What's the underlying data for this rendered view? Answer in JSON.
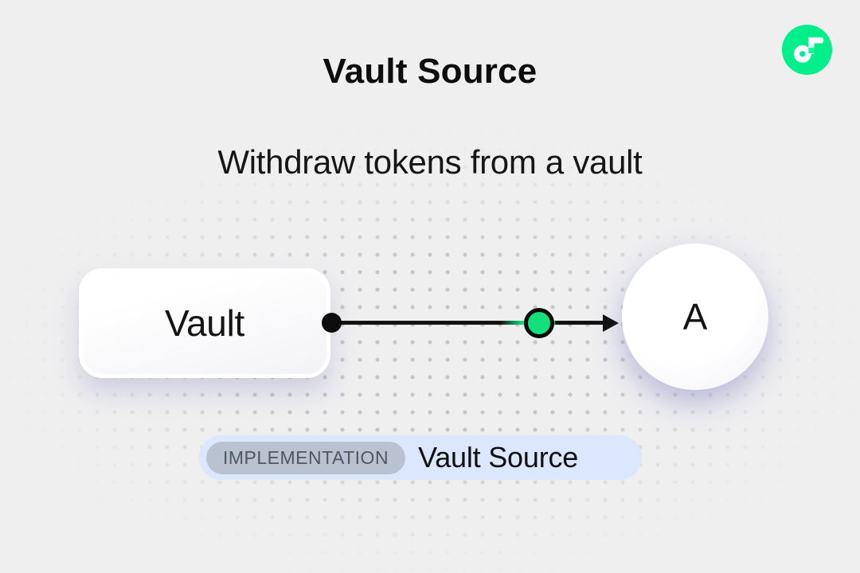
{
  "header": {
    "title": "Vault Source",
    "subtitle": "Withdraw tokens from a vault"
  },
  "logo": {
    "name": "flow-logo",
    "brand_green": "#00ef8b",
    "notch_green": "#16f895"
  },
  "diagram": {
    "source_node": {
      "label": "Vault",
      "shape": "rounded-rect"
    },
    "target_node": {
      "label": "A",
      "shape": "circle"
    },
    "edge": {
      "from": "Vault",
      "to": "A",
      "direction": "left-to-right",
      "token_color": "#12e07d",
      "line_color": "#131313"
    }
  },
  "badge": {
    "tag": "IMPLEMENTATION",
    "label": "Vault Source"
  },
  "colors": {
    "background": "#efeff0",
    "dot_grid": "#c6c6ca",
    "badge_bg": "#dbe7fc",
    "badge_tag_bg": "#b9c2d0",
    "badge_tag_text": "#53565d",
    "text": "#0d0d0d"
  }
}
